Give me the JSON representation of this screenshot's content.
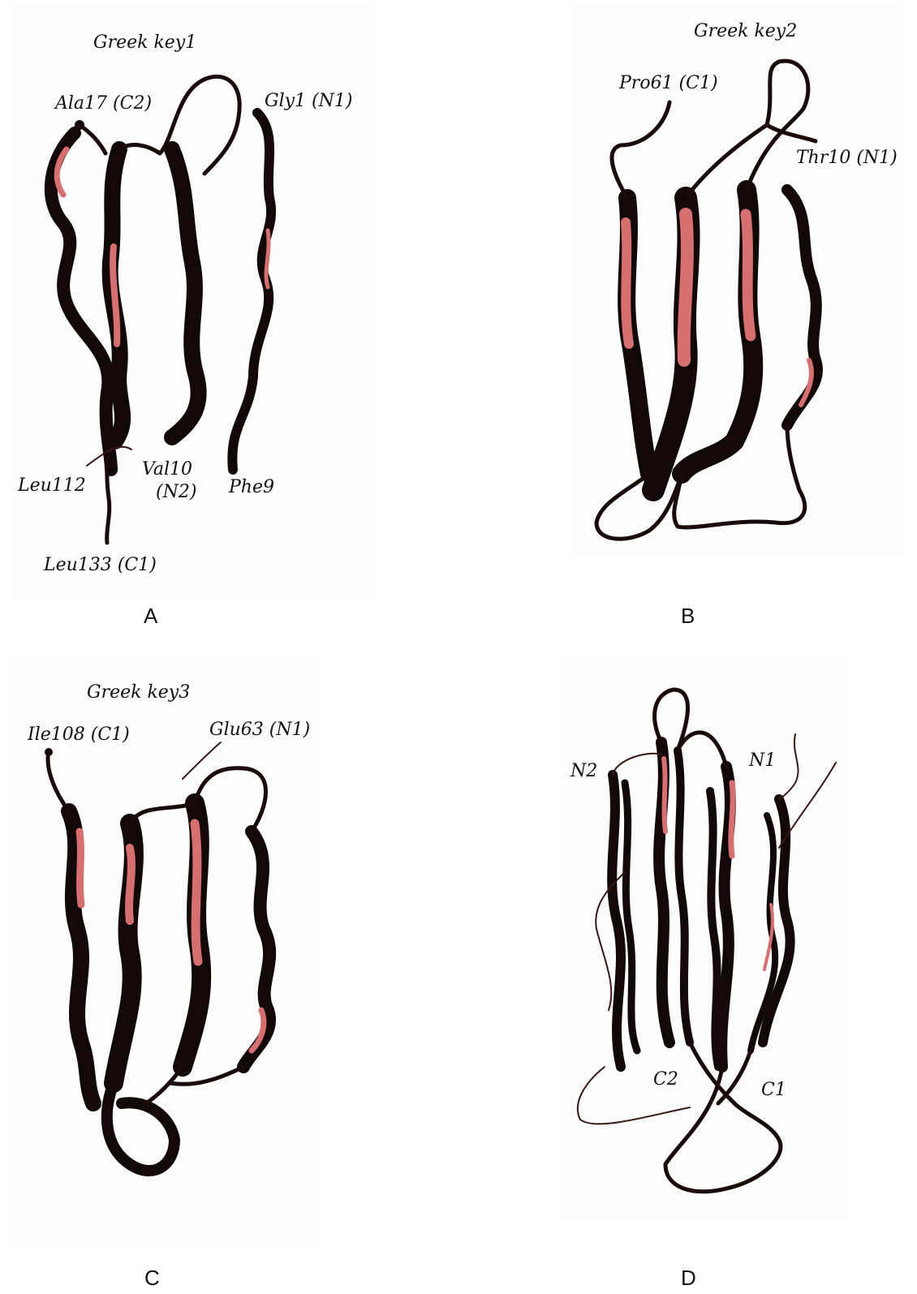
{
  "panels": [
    {
      "letter": "A",
      "title": "Greek key1",
      "labels": {
        "ala17": "Ala17 (C2)",
        "gly1": "Gly1 (N1)",
        "leu112": "Leu112",
        "val10_a": "Val10",
        "val10_b": "(N2)",
        "phe9": "Phe9",
        "leu133": "Leu133 (C1)"
      }
    },
    {
      "letter": "B",
      "title": "Greek key2",
      "labels": {
        "pro61": "Pro61 (C1)",
        "thr10": "Thr10 (N1)"
      }
    },
    {
      "letter": "C",
      "title": "Greek key3",
      "labels": {
        "ile108": "Ile108 (C1)",
        "glu63": "Glu63 (N1)"
      }
    },
    {
      "letter": "D",
      "title": "",
      "labels": {
        "n2": "N2",
        "n1": "N1",
        "c2": "C2",
        "c1": "C1"
      }
    }
  ],
  "colors": {
    "ribbon_dark": "#120808",
    "ribbon_highlight": "#d66f6f",
    "background": "#fcfcfc"
  }
}
